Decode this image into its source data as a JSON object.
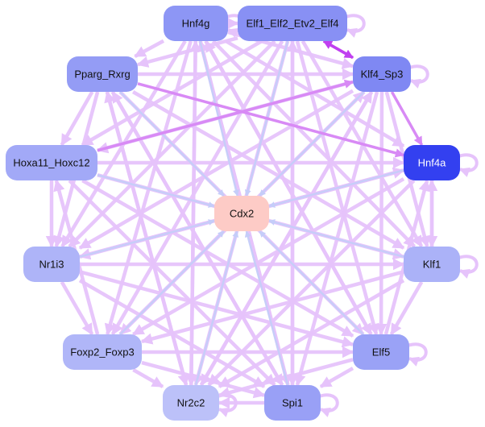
{
  "colors": {
    "edge_regulatory": "#e6c3fb",
    "edge_to_target": "#c5cdf9",
    "edge_strong": "#c040f0",
    "edge_medium": "#d88af5",
    "target_node": "#fdcbc6",
    "text_dark": "#111111",
    "text_light": "#ffffff"
  },
  "nodes": [
    {
      "id": "hnf4g",
      "label": "Hnf4g",
      "color": "#8d96f5",
      "text_color": "#111111"
    },
    {
      "id": "elf1",
      "label": "Elf1_Elf2_Etv2_Elf4",
      "color": "#8890f4",
      "text_color": "#111111"
    },
    {
      "id": "pparg",
      "label": "Pparg_Rxrg",
      "color": "#949cf5",
      "text_color": "#111111"
    },
    {
      "id": "klf4",
      "label": "Klf4_Sp3",
      "color": "#7f88f3",
      "text_color": "#111111"
    },
    {
      "id": "hoxa11",
      "label": "Hoxa11_Hoxc12",
      "color": "#a2a9f7",
      "text_color": "#111111"
    },
    {
      "id": "hnf4a",
      "label": "Hnf4a",
      "color": "#3340f0",
      "text_color": "#ffffff"
    },
    {
      "id": "cdx2",
      "label": "Cdx2",
      "color": "#fdcbc6",
      "text_color": "#111111"
    },
    {
      "id": "nr1i3",
      "label": "Nr1i3",
      "color": "#aeb4f8",
      "text_color": "#111111"
    },
    {
      "id": "klf1",
      "label": "Klf1",
      "color": "#abb2f8",
      "text_color": "#111111"
    },
    {
      "id": "foxp2",
      "label": "Foxp2_Foxp3",
      "color": "#b0b6f8",
      "text_color": "#111111"
    },
    {
      "id": "elf5",
      "label": "Elf5",
      "color": "#9aa2f6",
      "text_color": "#111111"
    },
    {
      "id": "nr2c2",
      "label": "Nr2c2",
      "color": "#bcc1f9",
      "text_color": "#111111"
    },
    {
      "id": "spi1",
      "label": "Spi1",
      "color": "#99a0f6",
      "text_color": "#111111"
    }
  ],
  "edges": [
    {
      "from": "elf1",
      "to": "klf4",
      "kind": "strong"
    },
    {
      "from": "klf4",
      "to": "elf1",
      "kind": "strong"
    },
    {
      "from": "klf4",
      "to": "hnf4a",
      "kind": "medium"
    },
    {
      "from": "pparg",
      "to": "hnf4a",
      "kind": "medium"
    },
    {
      "from": "hoxa11",
      "to": "klf4",
      "kind": "medium"
    },
    {
      "from": "hnf4g",
      "to": "cdx2",
      "kind": "target"
    },
    {
      "from": "elf1",
      "to": "cdx2",
      "kind": "target"
    },
    {
      "from": "pparg",
      "to": "cdx2",
      "kind": "target"
    },
    {
      "from": "klf4",
      "to": "cdx2",
      "kind": "target"
    },
    {
      "from": "hoxa11",
      "to": "cdx2",
      "kind": "target"
    },
    {
      "from": "hnf4a",
      "to": "cdx2",
      "kind": "target"
    },
    {
      "from": "nr1i3",
      "to": "cdx2",
      "kind": "target"
    },
    {
      "from": "klf1",
      "to": "cdx2",
      "kind": "target"
    },
    {
      "from": "foxp2",
      "to": "cdx2",
      "kind": "target"
    },
    {
      "from": "elf5",
      "to": "cdx2",
      "kind": "target"
    },
    {
      "from": "nr2c2",
      "to": "cdx2",
      "kind": "target"
    },
    {
      "from": "spi1",
      "to": "cdx2",
      "kind": "target"
    },
    {
      "from": "hnf4g",
      "to": "elf1",
      "kind": "reg"
    },
    {
      "from": "hnf4g",
      "to": "pparg",
      "kind": "reg"
    },
    {
      "from": "hnf4g",
      "to": "klf4",
      "kind": "reg"
    },
    {
      "from": "hnf4g",
      "to": "hnf4a",
      "kind": "reg"
    },
    {
      "from": "hnf4g",
      "to": "nr1i3",
      "kind": "reg"
    },
    {
      "from": "hnf4g",
      "to": "klf1",
      "kind": "reg"
    },
    {
      "from": "hnf4g",
      "to": "foxp2",
      "kind": "reg"
    },
    {
      "from": "hnf4g",
      "to": "elf5",
      "kind": "reg"
    },
    {
      "from": "hnf4g",
      "to": "nr2c2",
      "kind": "reg"
    },
    {
      "from": "hnf4g",
      "to": "spi1",
      "kind": "reg"
    },
    {
      "from": "elf1",
      "to": "pparg",
      "kind": "reg"
    },
    {
      "from": "elf1",
      "to": "hoxa11",
      "kind": "reg"
    },
    {
      "from": "elf1",
      "to": "nr1i3",
      "kind": "reg"
    },
    {
      "from": "elf1",
      "to": "foxp2",
      "kind": "reg"
    },
    {
      "from": "elf1",
      "to": "nr2c2",
      "kind": "reg"
    },
    {
      "from": "elf1",
      "to": "spi1",
      "kind": "reg"
    },
    {
      "from": "elf1",
      "to": "elf5",
      "kind": "reg"
    },
    {
      "from": "elf1",
      "to": "klf1",
      "kind": "reg"
    },
    {
      "from": "pparg",
      "to": "hoxa11",
      "kind": "reg"
    },
    {
      "from": "pparg",
      "to": "klf4",
      "kind": "reg"
    },
    {
      "from": "pparg",
      "to": "nr1i3",
      "kind": "reg"
    },
    {
      "from": "pparg",
      "to": "klf1",
      "kind": "reg"
    },
    {
      "from": "pparg",
      "to": "elf5",
      "kind": "reg"
    },
    {
      "from": "pparg",
      "to": "spi1",
      "kind": "reg"
    },
    {
      "from": "pparg",
      "to": "nr2c2",
      "kind": "reg"
    },
    {
      "from": "klf4",
      "to": "hoxa11",
      "kind": "reg"
    },
    {
      "from": "klf4",
      "to": "nr1i3",
      "kind": "reg"
    },
    {
      "from": "klf4",
      "to": "foxp2",
      "kind": "reg"
    },
    {
      "from": "klf4",
      "to": "nr2c2",
      "kind": "reg"
    },
    {
      "from": "klf4",
      "to": "spi1",
      "kind": "reg"
    },
    {
      "from": "klf4",
      "to": "elf5",
      "kind": "reg"
    },
    {
      "from": "klf4",
      "to": "klf1",
      "kind": "reg"
    },
    {
      "from": "hoxa11",
      "to": "nr1i3",
      "kind": "reg"
    },
    {
      "from": "hoxa11",
      "to": "hnf4a",
      "kind": "reg"
    },
    {
      "from": "hoxa11",
      "to": "klf1",
      "kind": "reg"
    },
    {
      "from": "hoxa11",
      "to": "elf5",
      "kind": "reg"
    },
    {
      "from": "hoxa11",
      "to": "spi1",
      "kind": "reg"
    },
    {
      "from": "hnf4a",
      "to": "nr1i3",
      "kind": "reg"
    },
    {
      "from": "hnf4a",
      "to": "foxp2",
      "kind": "reg"
    },
    {
      "from": "hnf4a",
      "to": "nr2c2",
      "kind": "reg"
    },
    {
      "from": "hnf4a",
      "to": "klf1",
      "kind": "reg"
    },
    {
      "from": "nr1i3",
      "to": "klf1",
      "kind": "reg"
    },
    {
      "from": "nr1i3",
      "to": "foxp2",
      "kind": "reg"
    },
    {
      "from": "nr1i3",
      "to": "elf5",
      "kind": "reg"
    },
    {
      "from": "nr1i3",
      "to": "spi1",
      "kind": "reg"
    },
    {
      "from": "nr1i3",
      "to": "hnf4a",
      "kind": "reg"
    },
    {
      "from": "klf1",
      "to": "elf5",
      "kind": "reg"
    },
    {
      "from": "klf1",
      "to": "foxp2",
      "kind": "reg"
    },
    {
      "from": "klf1",
      "to": "nr2c2",
      "kind": "reg"
    },
    {
      "from": "klf1",
      "to": "hnf4a",
      "kind": "reg"
    },
    {
      "from": "foxp2",
      "to": "nr2c2",
      "kind": "reg"
    },
    {
      "from": "foxp2",
      "to": "spi1",
      "kind": "reg"
    },
    {
      "from": "foxp2",
      "to": "elf5",
      "kind": "reg"
    },
    {
      "from": "foxp2",
      "to": "hoxa11",
      "kind": "reg"
    },
    {
      "from": "elf5",
      "to": "spi1",
      "kind": "reg"
    },
    {
      "from": "elf5",
      "to": "nr2c2",
      "kind": "reg"
    },
    {
      "from": "elf5",
      "to": "hnf4a",
      "kind": "reg"
    },
    {
      "from": "spi1",
      "to": "nr2c2",
      "kind": "reg"
    },
    {
      "from": "spi1",
      "to": "pparg",
      "kind": "reg"
    },
    {
      "from": "nr2c2",
      "to": "pparg",
      "kind": "reg"
    },
    {
      "from": "nr2c2",
      "to": "hnf4g",
      "kind": "reg"
    },
    {
      "from": "spi1",
      "to": "hnf4g",
      "kind": "reg"
    },
    {
      "from": "elf5",
      "to": "hnf4g",
      "kind": "reg"
    },
    {
      "from": "spi1",
      "to": "elf1",
      "kind": "reg"
    },
    {
      "from": "nr2c2",
      "to": "klf4",
      "kind": "reg"
    },
    {
      "from": "foxp2",
      "to": "klf4",
      "kind": "reg"
    }
  ],
  "self_loops": [
    "elf1",
    "klf4",
    "hnf4a",
    "klf1",
    "elf5",
    "spi1",
    "nr2c2",
    "hnf4g"
  ]
}
